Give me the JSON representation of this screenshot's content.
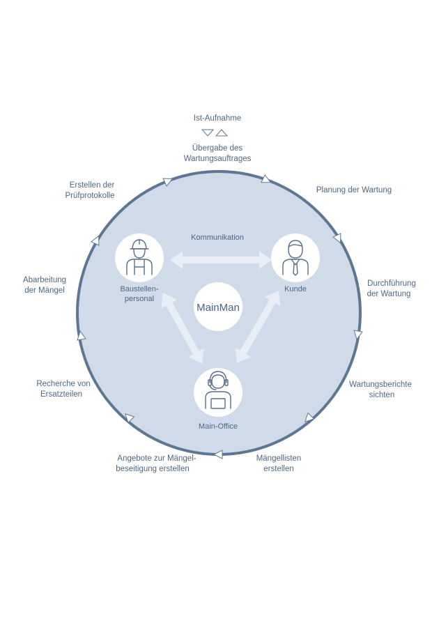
{
  "top": {
    "start_label": "Ist-Aufnahme",
    "handover_line1": "Übergabe des",
    "handover_line2": "Wartungsauftrages"
  },
  "steps": {
    "planning": "Planung der Wartung",
    "execution_line1": "Durchführung",
    "execution_line2": "der Wartung",
    "review_line1": "Wartungsberichte",
    "review_line2": "sichten",
    "defect_lists_line1": "Mängellisten",
    "defect_lists_line2": "erstellen",
    "offers_line1": "Angebote zur Mängel-",
    "offers_line2": "beseitigung erstellen",
    "research_line1": "Recherche von",
    "research_line2": "Ersatzteilen",
    "processing_line1": "Abarbeitung",
    "processing_line2": "der  Mängel",
    "protocols_line1": "Erstellen der",
    "protocols_line2": "Prüfprotokolle"
  },
  "center": {
    "title": "MainMan",
    "communication": "Kommunikation",
    "site_staff_line1": "Baustellen-",
    "site_staff_line2": "personal",
    "customer": "Kunde",
    "office": "Main-Office"
  },
  "icons": {
    "site_staff": "construction-worker-icon",
    "customer": "businessman-icon",
    "office": "headset-operator-icon"
  },
  "colors": {
    "circle_fill": "#cfdbe8",
    "circle_stroke": "#5d7793",
    "text": "#4f6781",
    "arrow": "#e8eef5"
  }
}
